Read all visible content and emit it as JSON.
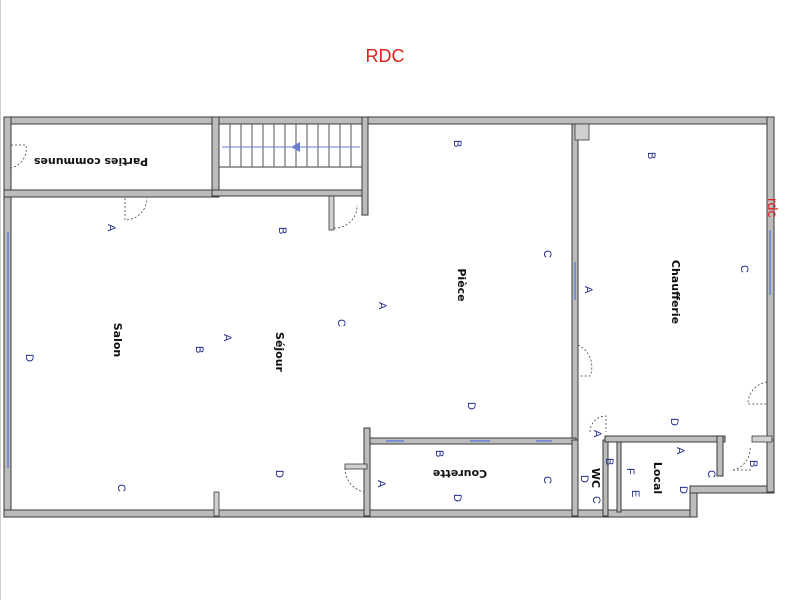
{
  "title": "RDC",
  "side_label": "rdc",
  "rooms": {
    "parties_communes": "Parties communes",
    "salon": "Salon",
    "sejour": "Séjour",
    "piece": "Pièce",
    "chaufferie": "Chaufferie",
    "courette": "Courette",
    "wc": "WC",
    "local": "Local"
  },
  "wall_labels": {
    "salon": [
      "A",
      "B",
      "C",
      "D"
    ],
    "sejour": [
      "A",
      "B",
      "C",
      "D"
    ],
    "piece": [
      "A",
      "B",
      "C",
      "D"
    ],
    "chaufferie": [
      "A",
      "B",
      "C",
      "D"
    ],
    "courette": [
      "A",
      "B",
      "C",
      "D"
    ],
    "wc": [
      "A",
      "B",
      "C",
      "D"
    ],
    "local": [
      "A",
      "B",
      "C",
      "D",
      "E",
      "F"
    ]
  },
  "colors": {
    "title": "#e0201c",
    "labels": "#1e2a8a",
    "walls": "#bcbcbc",
    "windows": "#7a8fd0"
  }
}
